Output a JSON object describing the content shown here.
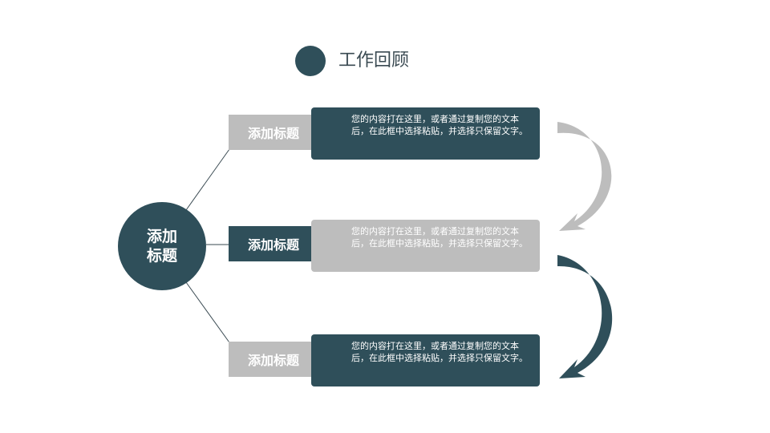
{
  "header": {
    "title": "工作回顾"
  },
  "hub": {
    "label": "添加标题"
  },
  "branches": [
    {
      "tag": "添加标题",
      "text": "您的内容打在这里，或者通过复制您的文本后，在此框中选择粘贴，并选择只保留文字。"
    },
    {
      "tag": "添加标题",
      "text": "您的内容打在这里，或者通过复制您的文本后，在此框中选择粘贴，并选择只保留文字。"
    },
    {
      "tag": "添加标题",
      "text": "您的内容打在这里，或者通过复制您的文本后，在此框中选择粘贴，并选择只保留文字。"
    }
  ],
  "colors": {
    "dark": "#2f4f5a",
    "gray": "#bdbdbd"
  }
}
